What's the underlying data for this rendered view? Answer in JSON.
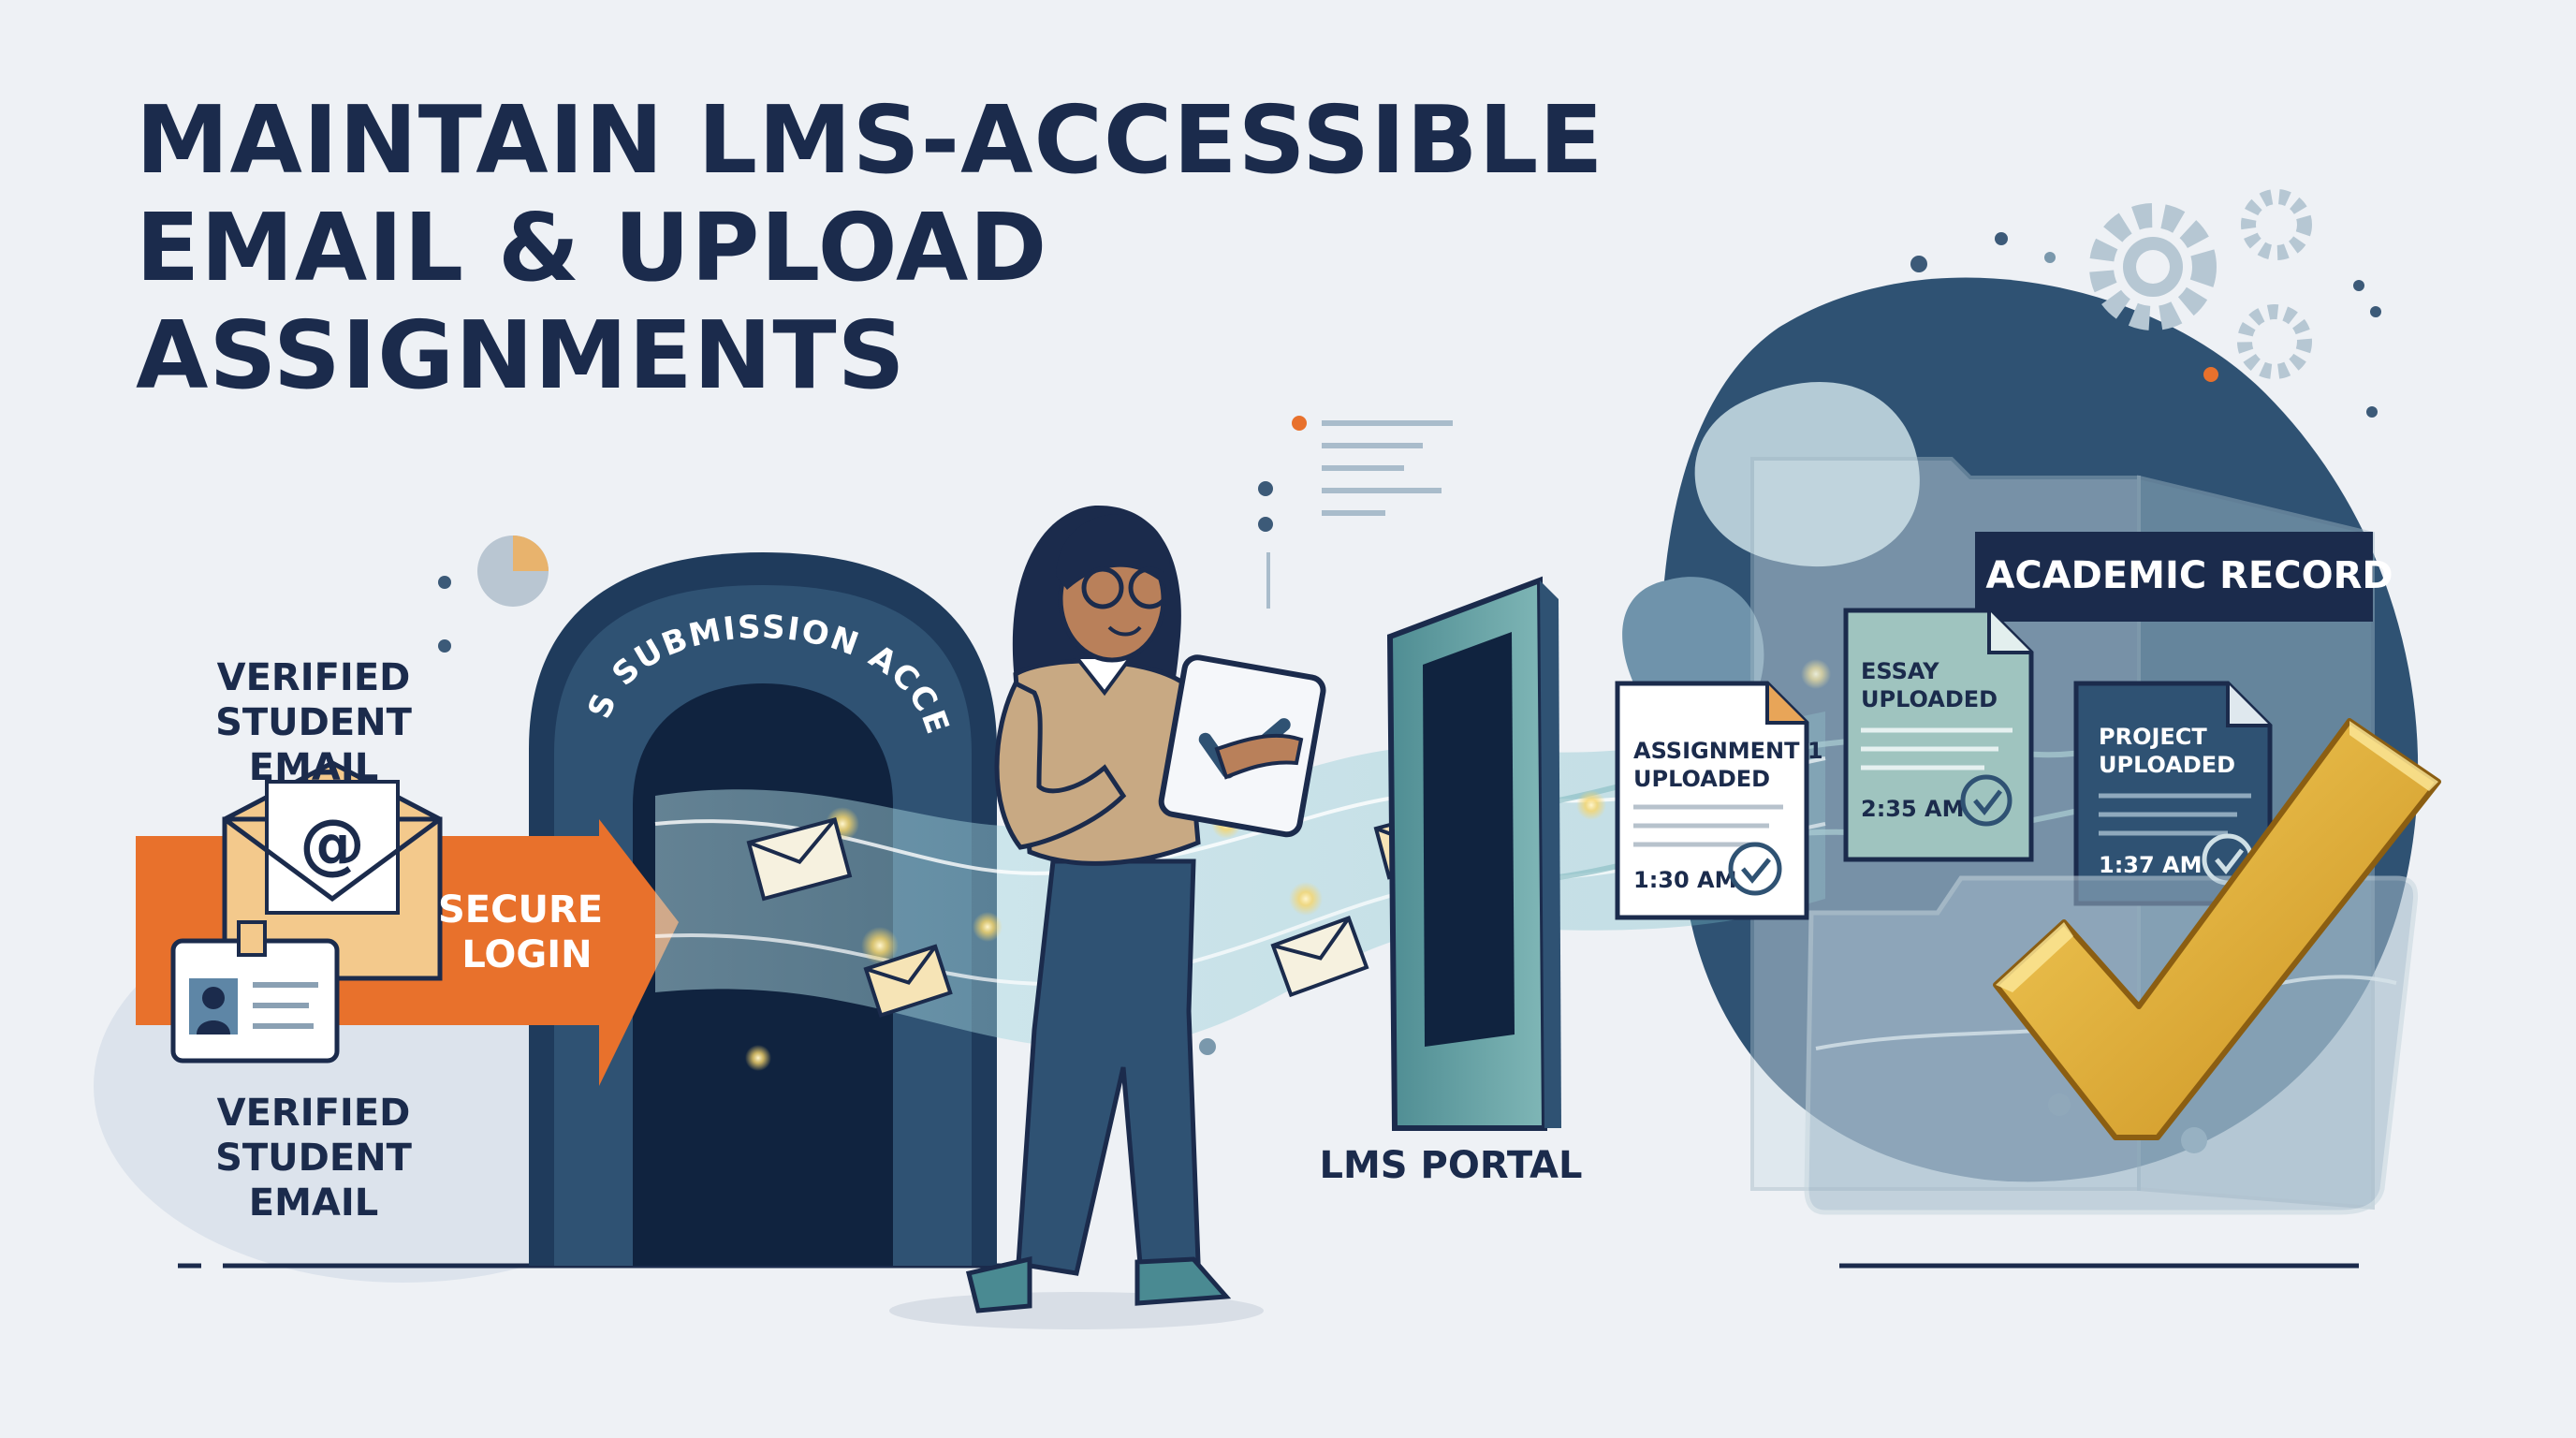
{
  "title": {
    "line1": "MAINTAIN LMS-ACCESSIBLE",
    "line2": "EMAIL & UPLOAD",
    "line3": "ASSIGNMENTS"
  },
  "left": {
    "top_label_line1": "VERIFIED",
    "top_label_line2": "STUDENT EMAIL",
    "arrow_line1": "SECURE",
    "arrow_line2": "LOGIN",
    "bottom_label_line1": "VERIFIED",
    "bottom_label_line2": "STUDENT EMAIL",
    "email_symbol": "@"
  },
  "arch": {
    "label": "LMS SUBMISSION ACCESS"
  },
  "portal": {
    "label": "LMS PORTAL"
  },
  "record": {
    "banner": "ACADEMIC RECORD",
    "docs": [
      {
        "line1": "ASSIGNMENT 1",
        "line2": "UPLOADED",
        "time": "1:30 AM"
      },
      {
        "line1": "ESSAY",
        "line2": "UPLOADED",
        "time": "2:35 AM"
      },
      {
        "line1": "PROJECT",
        "line2": "UPLOADED",
        "time": "1:37 AM"
      }
    ]
  },
  "colors": {
    "navy": "#1b2b4c",
    "slate": "#2f5273",
    "orange": "#e8712c",
    "teal": "#7fb3b5",
    "gold": "#e6b53a"
  },
  "icons": [
    "envelope-icon",
    "id-badge-icon",
    "gear-icon",
    "checkmark-icon",
    "pie-chart-icon",
    "tablet-icon"
  ]
}
